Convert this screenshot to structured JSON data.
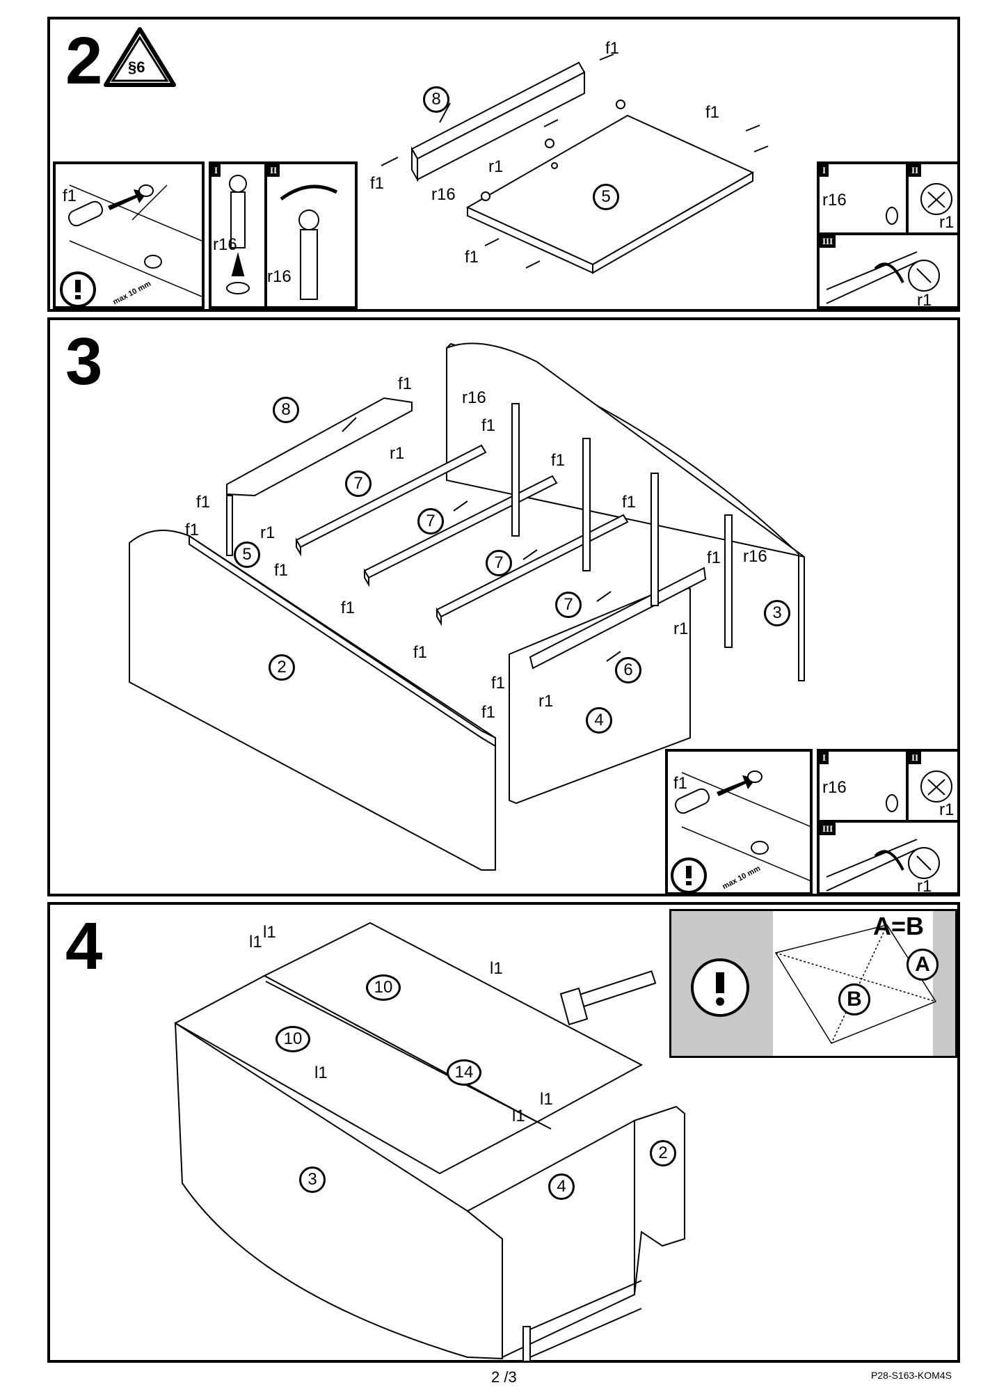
{
  "steps": {
    "step2": {
      "number": "2",
      "badge": "§6",
      "parts": {
        "p8": "8",
        "p5": "5"
      },
      "labels": {
        "f1": "f1",
        "r1": "r1",
        "r16": "r16"
      },
      "detail": {
        "f1": "f1",
        "max": "max 10 mm",
        "r16": "r16",
        "r1": "r1"
      },
      "roman": {
        "i": "I",
        "ii": "II",
        "iii": "III"
      }
    },
    "step3": {
      "number": "3",
      "parts": {
        "p8": "8",
        "p7": "7",
        "p5": "5",
        "p2": "2",
        "p6": "6",
        "p4": "4",
        "p3": "3"
      },
      "labels": {
        "f1": "f1",
        "r1": "r1",
        "r16": "r16"
      },
      "detail": {
        "f1": "f1",
        "max": "max 10 mm",
        "r16": "r16",
        "r1": "r1"
      },
      "roman": {
        "i": "I",
        "ii": "II",
        "iii": "III"
      }
    },
    "step4": {
      "number": "4",
      "parts": {
        "p10": "10",
        "p14": "14",
        "p3": "3",
        "p4": "4",
        "p2": "2"
      },
      "labels": {
        "l1": "l1"
      },
      "inset": {
        "eq": "A=B",
        "a": "A",
        "b": "B"
      }
    }
  },
  "footer": {
    "page": "2 /3",
    "code": "P28-S163-KOM4S"
  }
}
